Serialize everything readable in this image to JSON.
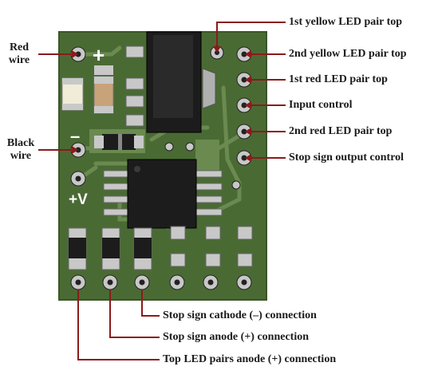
{
  "labels_left": {
    "red_wire": [
      "Red",
      "wire"
    ],
    "black_wire": [
      "Black",
      "wire"
    ]
  },
  "labels_right": {
    "yellow1": "1st yellow LED pair top",
    "yellow2": "2nd yellow LED pair top",
    "red1": "1st red LED pair top",
    "input": "Input control",
    "red2": "2nd red LED pair top",
    "stop_out": "Stop sign output control"
  },
  "labels_bottom": {
    "stop_cathode": "Stop sign cathode (–) connection",
    "stop_anode": "Stop sign anode (+) connection",
    "top_anode": "Top LED pairs anode (+) connection"
  },
  "silkscreen": {
    "plus": "+",
    "minus": "–",
    "vplus": "+V"
  },
  "colors": {
    "board": "#4a6a34",
    "trace": "#6a8a50",
    "pad": "#c8c8c8",
    "chip": "#1c1c1c",
    "line": "#8b1a1a",
    "silk": "#ffffff"
  }
}
